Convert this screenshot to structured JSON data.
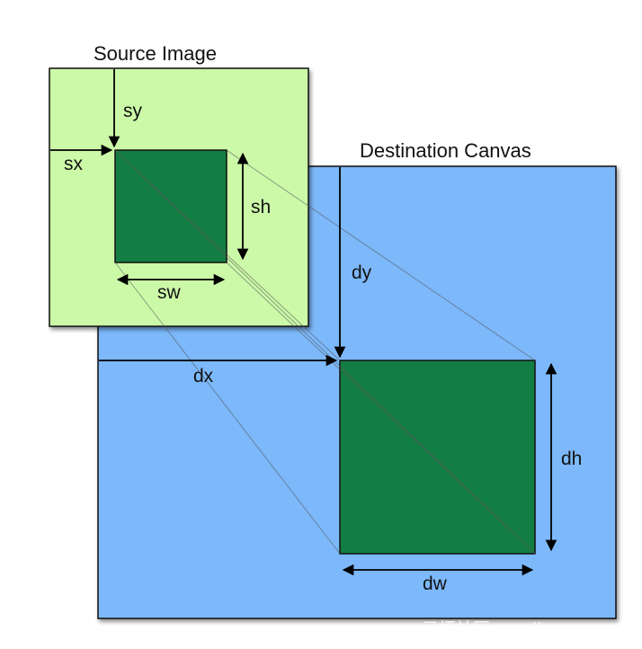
{
  "source": {
    "title": "Source Image",
    "fill": "#ccf9a8",
    "rect_fill": "#137e43"
  },
  "destination": {
    "title": "Destination Canvas",
    "fill": "#7cb8fa",
    "rect_fill": "#137e43"
  },
  "labels": {
    "sx": "sx",
    "sy": "sy",
    "sw": "sw",
    "sh": "sh",
    "dx": "dx",
    "dy": "dy",
    "dw": "dw",
    "dh": "dh"
  },
  "watermark": "云栖社区 yq.aliyun.com"
}
